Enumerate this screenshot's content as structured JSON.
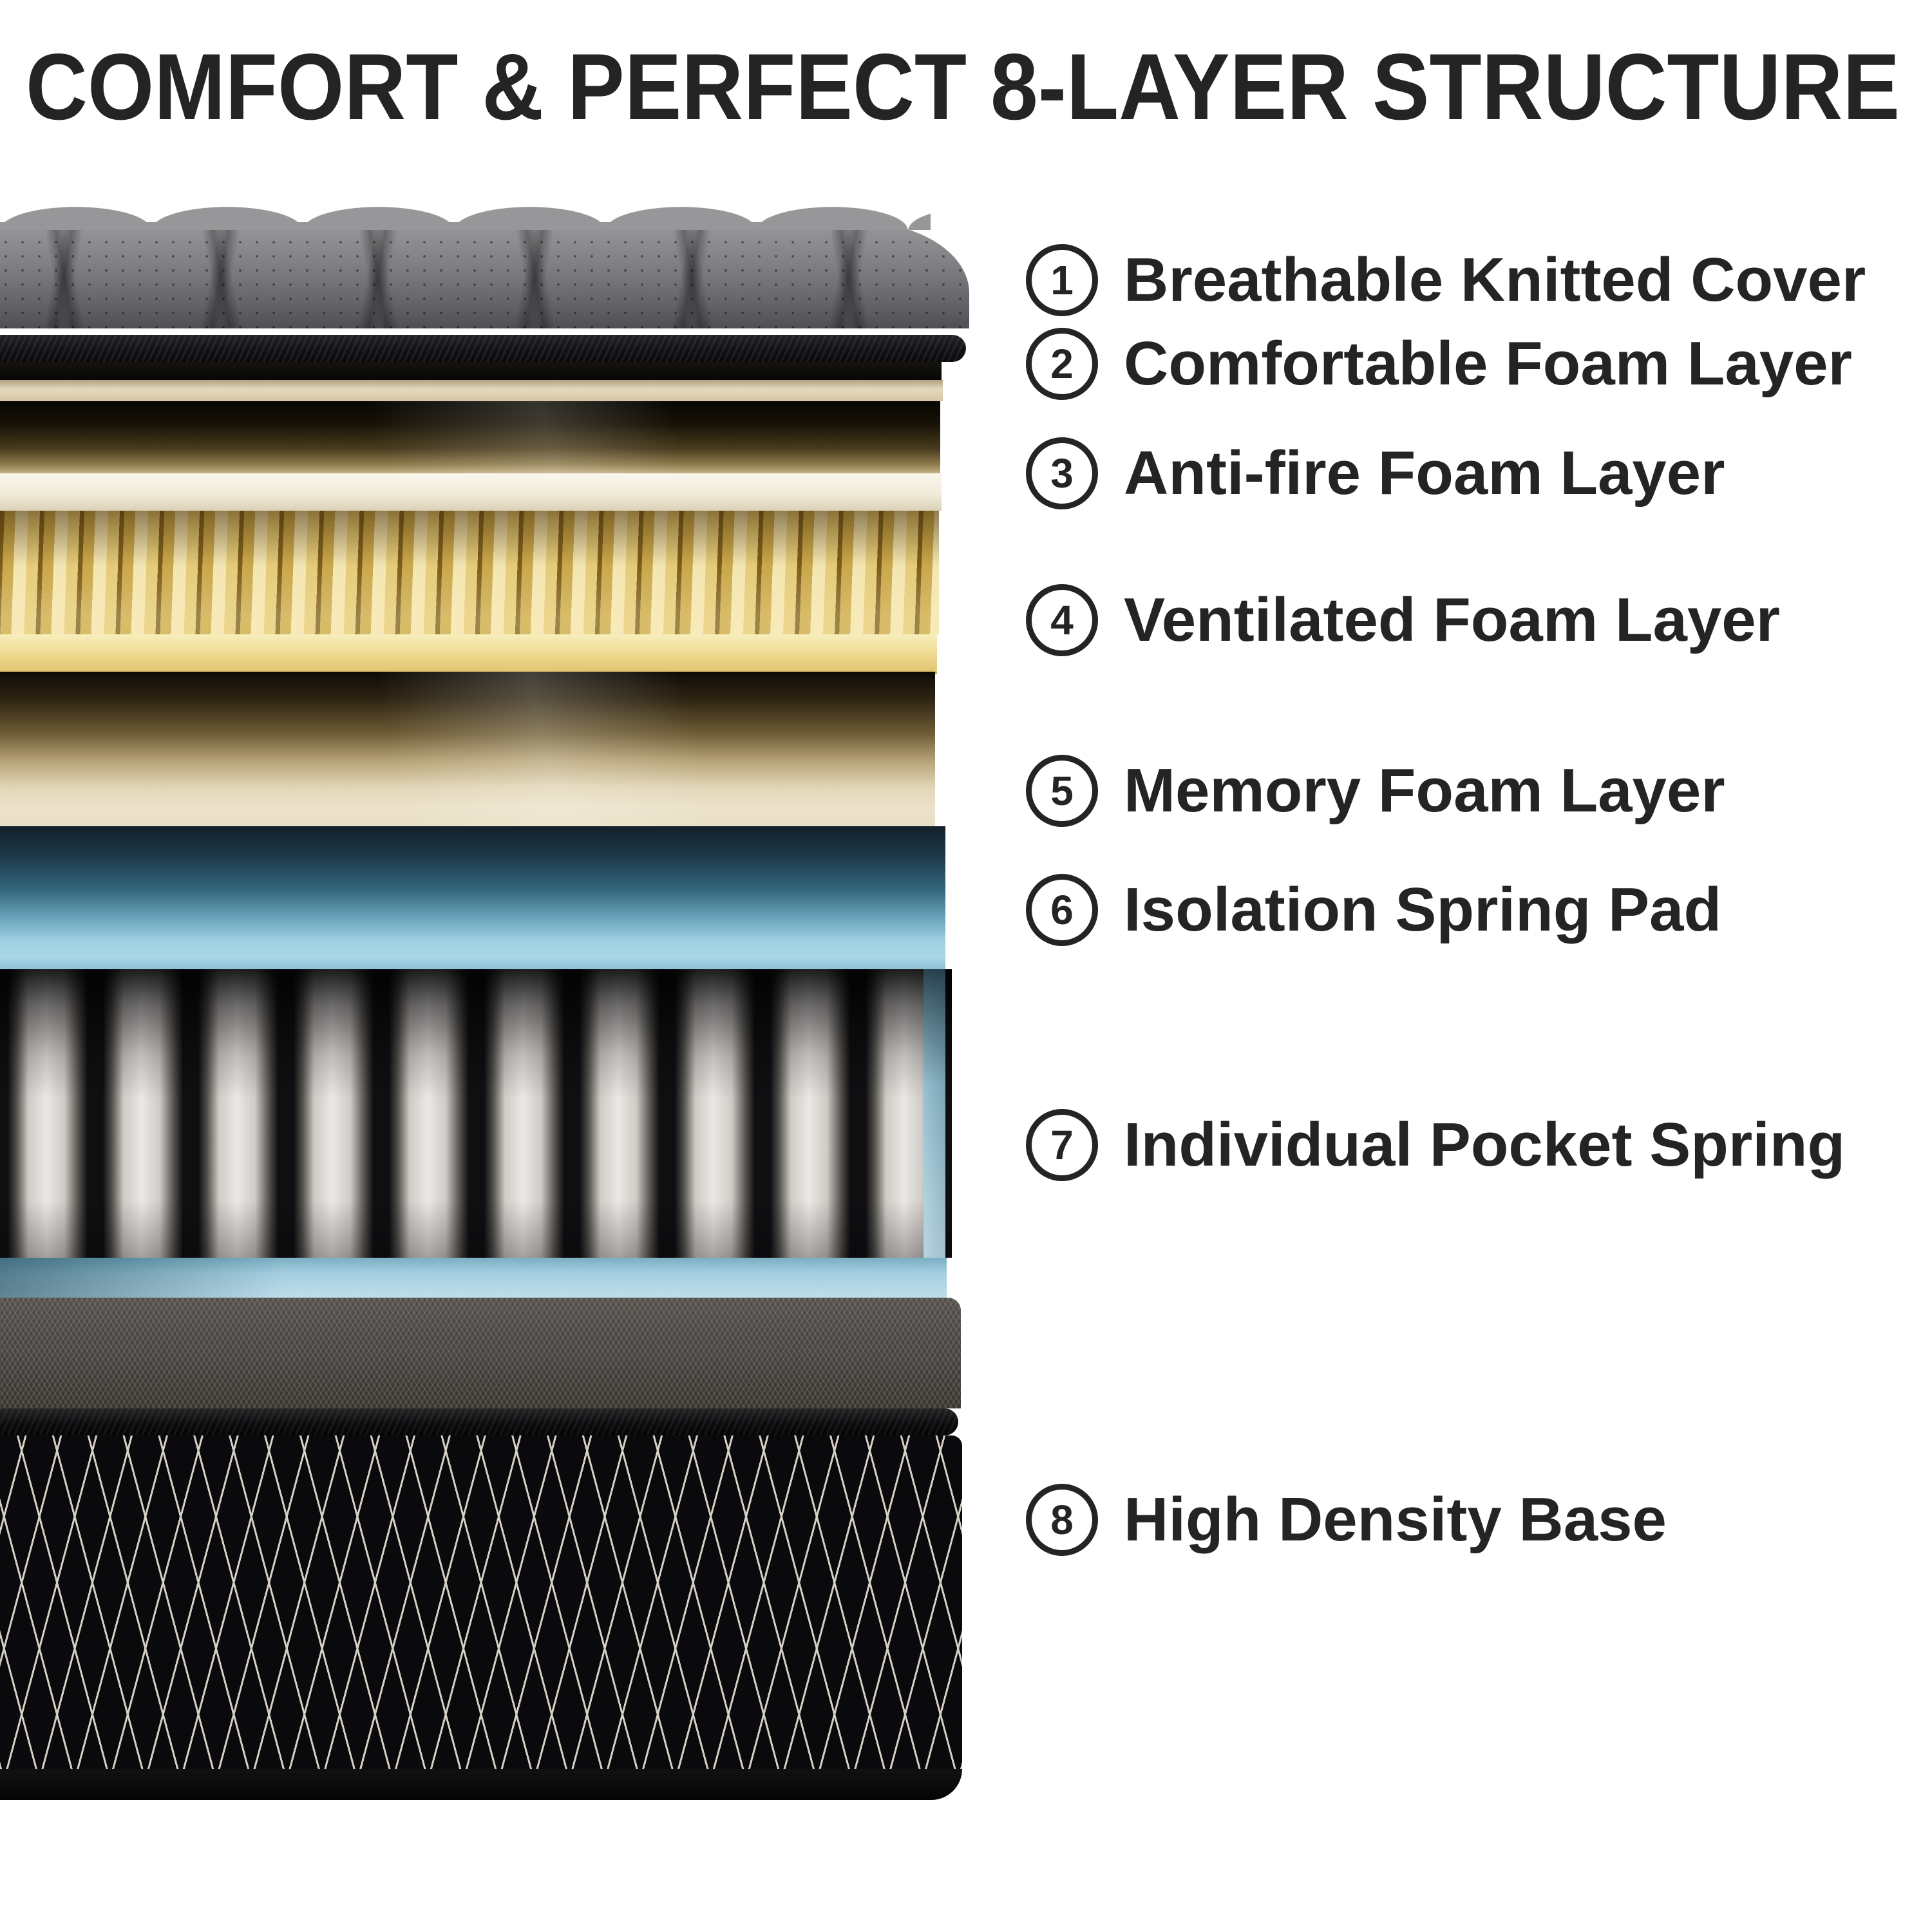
{
  "title": "COMFORT & PERFECT 8-LAYER STRUCTURE",
  "layers": [
    {
      "num": "1",
      "label": "Breathable Knitted Cover"
    },
    {
      "num": "2",
      "label": "Comfortable Foam Layer"
    },
    {
      "num": "3",
      "label": "Anti-fire Foam Layer"
    },
    {
      "num": "4",
      "label": "Ventilated Foam Layer"
    },
    {
      "num": "5",
      "label": "Memory Foam Layer"
    },
    {
      "num": "6",
      "label": "Isolation Spring Pad"
    },
    {
      "num": "7",
      "label": "Individual Pocket Spring"
    },
    {
      "num": "8",
      "label": "High Density Base"
    }
  ],
  "colors": {
    "background": "#ffffff",
    "text": "#242424",
    "cover_gray": "#77777b",
    "binding_black": "#17171a",
    "comfort_foam_cream": "#e5d9bd",
    "antifire_foam_white": "#f2ebda",
    "ventilated_foam_yellow": "#eed88b",
    "memory_foam_cream": "#ece2cb",
    "spring_pad_blue": "#9fd0e2",
    "pocket_spring_white": "#ebe8e5",
    "mesh_gray": "#45423f",
    "base_black": "#0a0a0c",
    "base_line_white": "#d6cfc4"
  }
}
